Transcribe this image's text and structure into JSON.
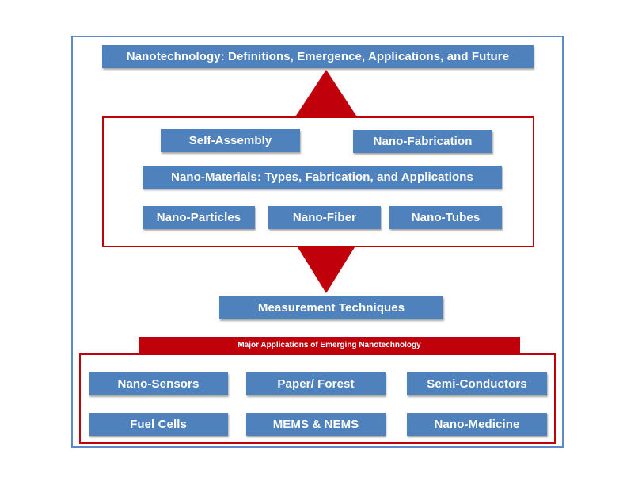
{
  "title": "Nanotechnology: Definitions, Emergence, Applications, and Future",
  "core": {
    "top_left": "Self-Assembly",
    "top_right": "Nano-Fabrication",
    "materials": "Nano-Materials: Types, Fabrication, and Applications",
    "types": [
      "Nano-Particles",
      "Nano-Fiber",
      "Nano-Tubes"
    ]
  },
  "measurement": "Measurement Techniques",
  "applications": {
    "banner": "Major Applications of Emerging Nanotechnology",
    "items": [
      "Nano-Sensors",
      "Paper/ Forest",
      "Semi-Conductors",
      "Fuel Cells",
      "MEMS & NEMS",
      "Nano-Medicine"
    ]
  },
  "colors": {
    "box": "#4f81bd",
    "accent_red": "#c0000a",
    "frame_border": "#5b8ac7"
  }
}
